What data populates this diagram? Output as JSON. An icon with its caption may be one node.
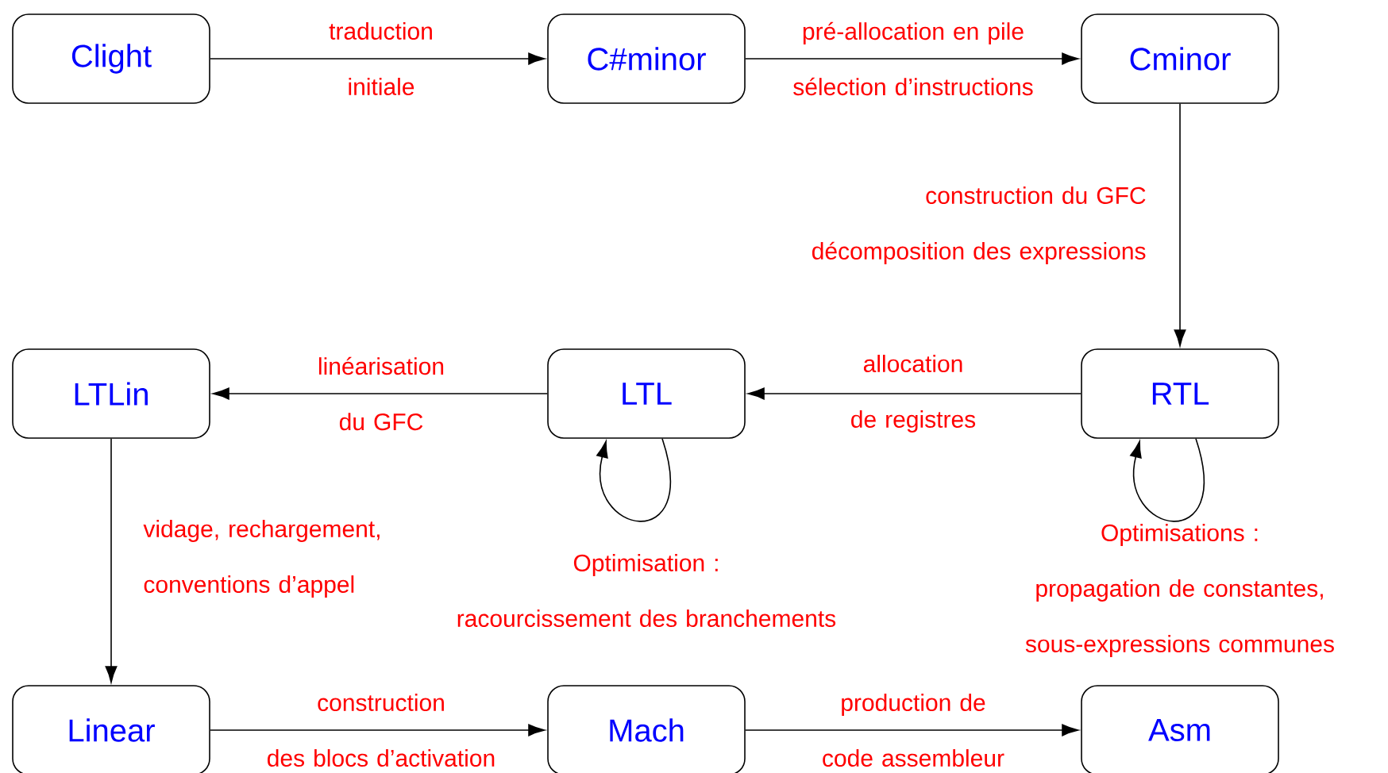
{
  "diagram": {
    "nodes": [
      {
        "text": [
          "Clight"
        ]
      },
      {
        "text": [
          "C#minor"
        ]
      },
      {
        "text": [
          "Cminor"
        ]
      },
      {
        "text": [
          "LTLin"
        ]
      },
      {
        "text": [
          "LTL"
        ]
      },
      {
        "text": [
          "RTL"
        ]
      },
      {
        "text": [
          "Linear"
        ]
      },
      {
        "text": [
          "Mach"
        ]
      },
      {
        "text": [
          "Asm"
        ]
      }
    ],
    "edges": [
      {
        "from": 0,
        "to": 1,
        "arrow": "to",
        "label": "traduction initiale"
      },
      {
        "from": 1,
        "to": 2,
        "arrow": "to",
        "label": "pré-allocation en pile sélection d’instructions"
      },
      {
        "from": 2,
        "to": 5,
        "arrow": "to",
        "label": "construction du GFC décomposition des expressions"
      },
      {
        "from": 5,
        "to": 4,
        "arrow": "to",
        "label": "allocation de registres"
      },
      {
        "from": 4,
        "to": 3,
        "arrow": "to",
        "label": "linéarisation du GFC"
      },
      {
        "from": 3,
        "to": 6,
        "arrow": "to",
        "label": "vidage, rechargement, conventions d’appel"
      },
      {
        "from": 6,
        "to": 7,
        "arrow": "to",
        "label": "construction des blocs d’activation"
      },
      {
        "from": 7,
        "to": 8,
        "arrow": "to",
        "label": "production de code assembleur"
      },
      {
        "from": 4,
        "to": 4,
        "arrow": "to",
        "label": "Optimisation : racourcissement des branchements"
      },
      {
        "from": 5,
        "to": 5,
        "arrow": "to",
        "label": "Optimisations : propagation de constantes, sous-expressions communes"
      }
    ]
  }
}
